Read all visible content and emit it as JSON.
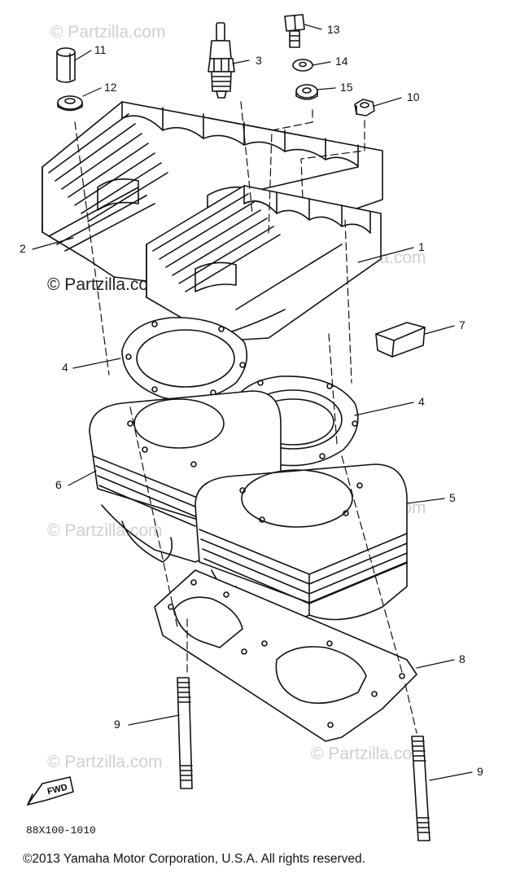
{
  "watermark": "© Partzilla.com",
  "callouts": [
    "1",
    "2",
    "3",
    "4",
    "4",
    "5",
    "6",
    "7",
    "8",
    "9",
    "9",
    "10",
    "11",
    "12",
    "13",
    "14",
    "15"
  ],
  "labels": {
    "c1": "1",
    "c2": "2",
    "c3": "3",
    "c4a": "4",
    "c4b": "4",
    "c5": "5",
    "c6": "6",
    "c7": "7",
    "c8": "8",
    "c9a": "9",
    "c9b": "9",
    "c10": "10",
    "c11": "11",
    "c12": "12",
    "c13": "13",
    "c14": "14",
    "c15": "15"
  },
  "fwd_label": "FWD",
  "drawing_ref": "88X100-1010",
  "copyright": "©2013  Yamaha Motor Corporation, U.S.A. All rights reserved."
}
